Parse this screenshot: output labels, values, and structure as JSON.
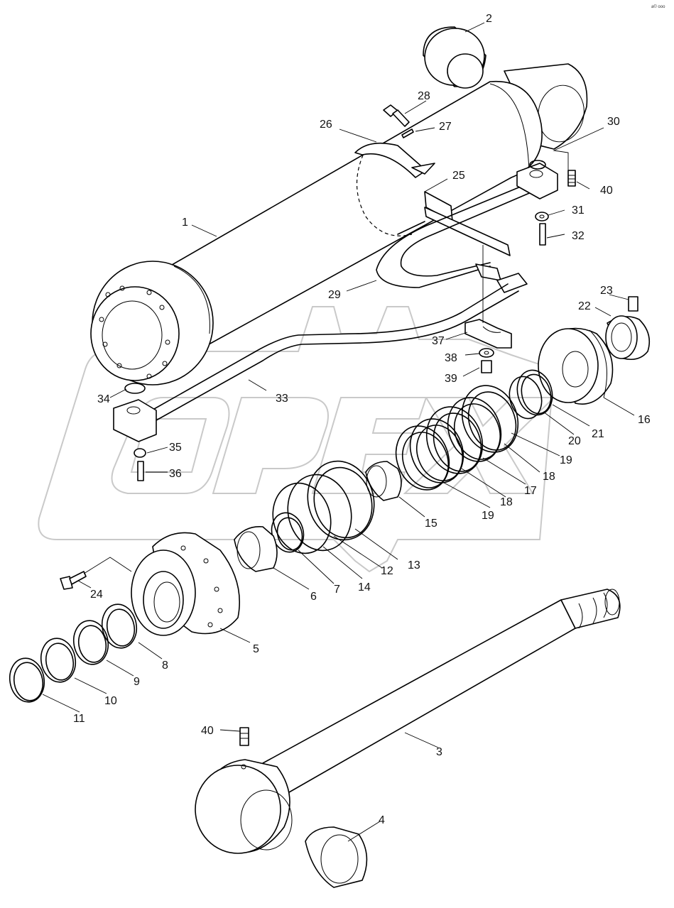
{
  "corner_mark": "a© ooo",
  "watermark": "OPEX",
  "part_callouts": {
    "p1": "1",
    "p2": "2",
    "p3": "3",
    "p4": "4",
    "p5": "5",
    "p6": "6",
    "p7": "7",
    "p8": "8",
    "p9": "9",
    "p10": "10",
    "p11": "11",
    "p12": "12",
    "p13": "13",
    "p14": "14",
    "p15": "15",
    "p16": "16",
    "p17": "17",
    "p18a": "18",
    "p18b": "18",
    "p19a": "19",
    "p19b": "19",
    "p20": "20",
    "p21": "21",
    "p22": "22",
    "p23": "23",
    "p24": "24",
    "p25": "25",
    "p26": "26",
    "p27": "27",
    "p28": "28",
    "p29": "29",
    "p30": "30",
    "p31": "31",
    "p32": "32",
    "p33": "33",
    "p34": "34",
    "p35": "35",
    "p36": "36",
    "p37": "37",
    "p38": "38",
    "p39": "39",
    "p40a": "40",
    "p40b": "40"
  }
}
